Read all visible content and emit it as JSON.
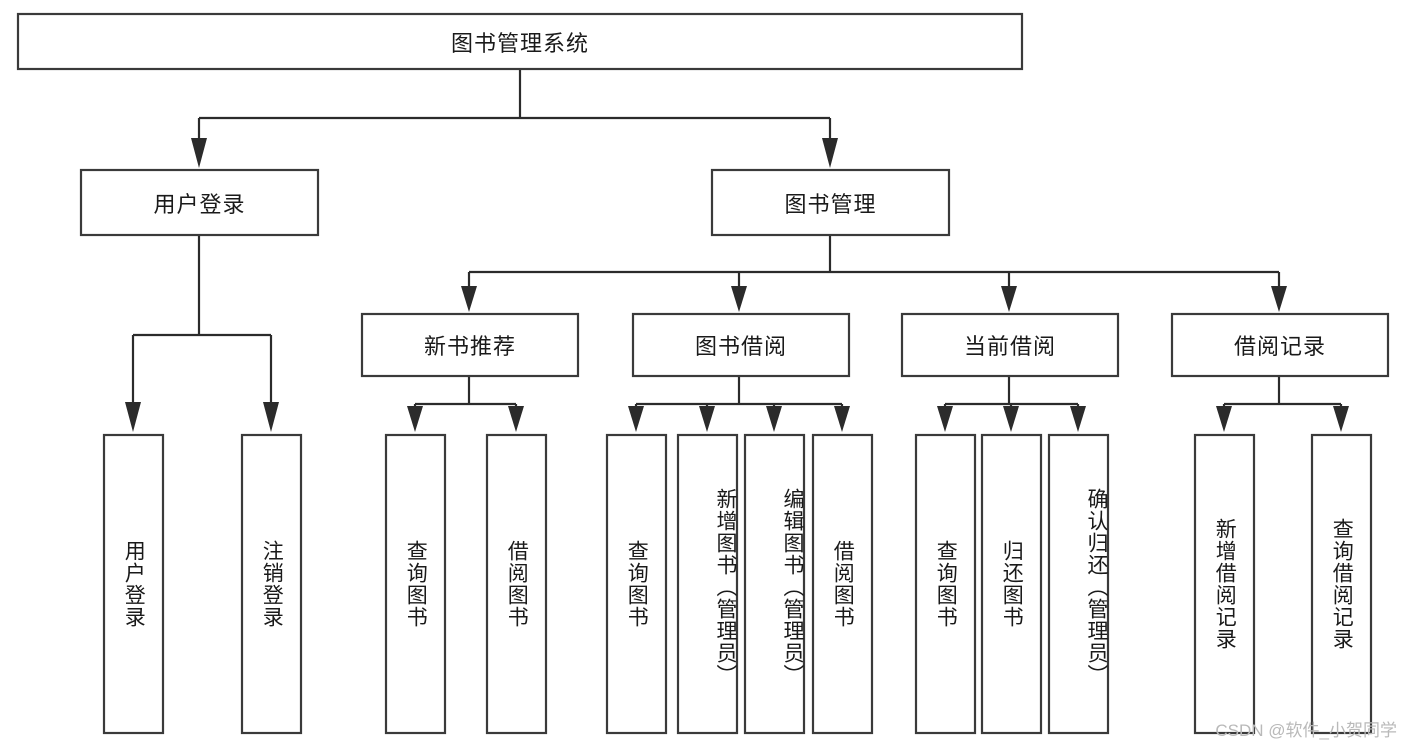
{
  "diagram": {
    "type": "tree",
    "title": "图书管理系统",
    "watermark": "CSDN @软件_小贺同学",
    "colors": {
      "box_stroke": "#3a3a3a",
      "connector": "#2b2b2b",
      "background": "#ffffff",
      "text": "#1a1a1a",
      "watermark": "#b9b9b9"
    },
    "levels": {
      "root": "图书管理系统",
      "level2": [
        "用户登录",
        "图书管理"
      ],
      "level3": [
        "新书推荐",
        "图书借阅",
        "当前借阅",
        "借阅记录"
      ]
    },
    "nodes": {
      "root": {
        "label": "图书管理系统"
      },
      "user_login": {
        "label": "用户登录"
      },
      "book_manage": {
        "label": "图书管理"
      },
      "new_book_rec": {
        "label": "新书推荐"
      },
      "book_borrow": {
        "label": "图书借阅"
      },
      "current_borrow": {
        "label": "当前借阅"
      },
      "borrow_record": {
        "label": "借阅记录"
      },
      "leaf_user_login": {
        "label": "用户登录"
      },
      "leaf_logout": {
        "label": "注销登录"
      },
      "leaf_query_book_1": {
        "label": "查询图书"
      },
      "leaf_borrow_book_1": {
        "label": "借阅图书"
      },
      "leaf_query_book_2": {
        "label": "查询图书"
      },
      "leaf_add_book_admin": {
        "label": "新增图书（管理员）"
      },
      "leaf_edit_book_admin": {
        "label": "编辑图书（管理员）"
      },
      "leaf_borrow_book_2": {
        "label": "借阅图书"
      },
      "leaf_query_book_3": {
        "label": "查询图书"
      },
      "leaf_return_book": {
        "label": "归还图书"
      },
      "leaf_confirm_return_admin": {
        "label": "确认归还（管理员）"
      },
      "leaf_add_record": {
        "label": "新增借阅记录"
      },
      "leaf_query_record": {
        "label": "查询借阅记录"
      }
    },
    "groups": [
      {
        "parent": "用户登录",
        "children": [
          "用户登录",
          "注销登录"
        ]
      },
      {
        "parent": "新书推荐",
        "children": [
          "查询图书",
          "借阅图书"
        ]
      },
      {
        "parent": "图书借阅",
        "children": [
          "查询图书",
          "新增图书（管理员）",
          "编辑图书（管理员）",
          "借阅图书"
        ]
      },
      {
        "parent": "当前借阅",
        "children": [
          "查询图书",
          "归还图书",
          "确认归还（管理员）"
        ]
      },
      {
        "parent": "借阅记录",
        "children": [
          "新增借阅记录",
          "查询借阅记录"
        ]
      }
    ]
  }
}
